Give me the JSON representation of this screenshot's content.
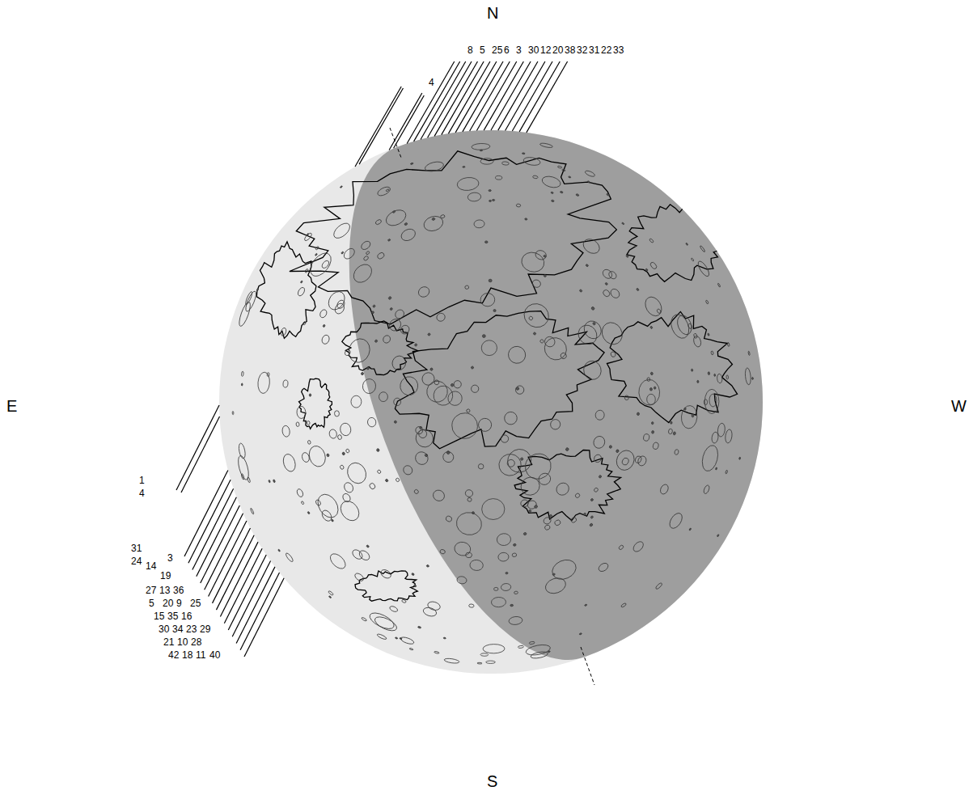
{
  "diagram": {
    "labels": [
      "N",
      "E",
      "W",
      "S",
      "4",
      "8",
      "5",
      "25",
      "6",
      "3",
      "30",
      "12",
      "20",
      "38",
      "32",
      "31",
      "22",
      "33",
      "1",
      "4",
      "31",
      "24",
      "14",
      "3",
      "19",
      "27",
      "13",
      "36",
      "5",
      "20",
      "9",
      "25",
      "15",
      "35",
      "16",
      "30",
      "34",
      "23",
      "29",
      "21",
      "10",
      "28",
      "42",
      "18",
      "11",
      "40"
    ]
  }
}
